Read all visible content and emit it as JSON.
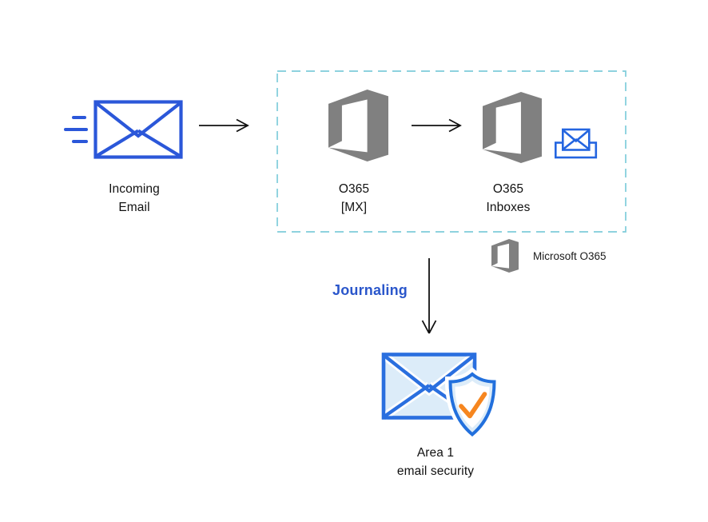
{
  "diagram": {
    "background": "#ffffff",
    "nodes": {
      "incoming_email": {
        "label_line1": "Incoming",
        "label_line2": "Email",
        "icon": "incoming-email-icon"
      },
      "o365_mx": {
        "label_line1": "O365",
        "label_line2": "[MX]",
        "icon": "office365-icon"
      },
      "o365_inboxes": {
        "label_line1": "O365",
        "label_line2": "Inboxes",
        "icon": "office365-icon",
        "badge_icon": "inbox-envelope-icon"
      },
      "area1_email_security": {
        "label_line1": "Area 1",
        "label_line2": "email security",
        "icon": "secure-email-icon"
      }
    },
    "edges": {
      "journaling_label": "Journaling"
    },
    "legend": {
      "icon": "office365-icon",
      "label": "Microsoft O365"
    },
    "icons": {
      "incoming-email-icon": "blue outlined envelope with motion lines",
      "office365-icon": "gray Microsoft Office 365 logo",
      "inbox-envelope-icon": "blue envelope sitting in inbox tray",
      "secure-email-icon": "envelope with shield and orange checkmark",
      "arrow-right-icon": "black right arrow",
      "arrow-down-icon": "black down arrow"
    },
    "colors": {
      "envelope_blue": "#2b57d9",
      "secure_icon_blue": "#2270dd",
      "light_blue_fill": "#dcecf9",
      "check_orange": "#f6861f",
      "office_gray": "#808080",
      "dashed_border_teal": "#7fccda",
      "arrow_black": "#111111",
      "journaling_text_blue": "#2a56cb",
      "label_text": "#111111"
    }
  }
}
